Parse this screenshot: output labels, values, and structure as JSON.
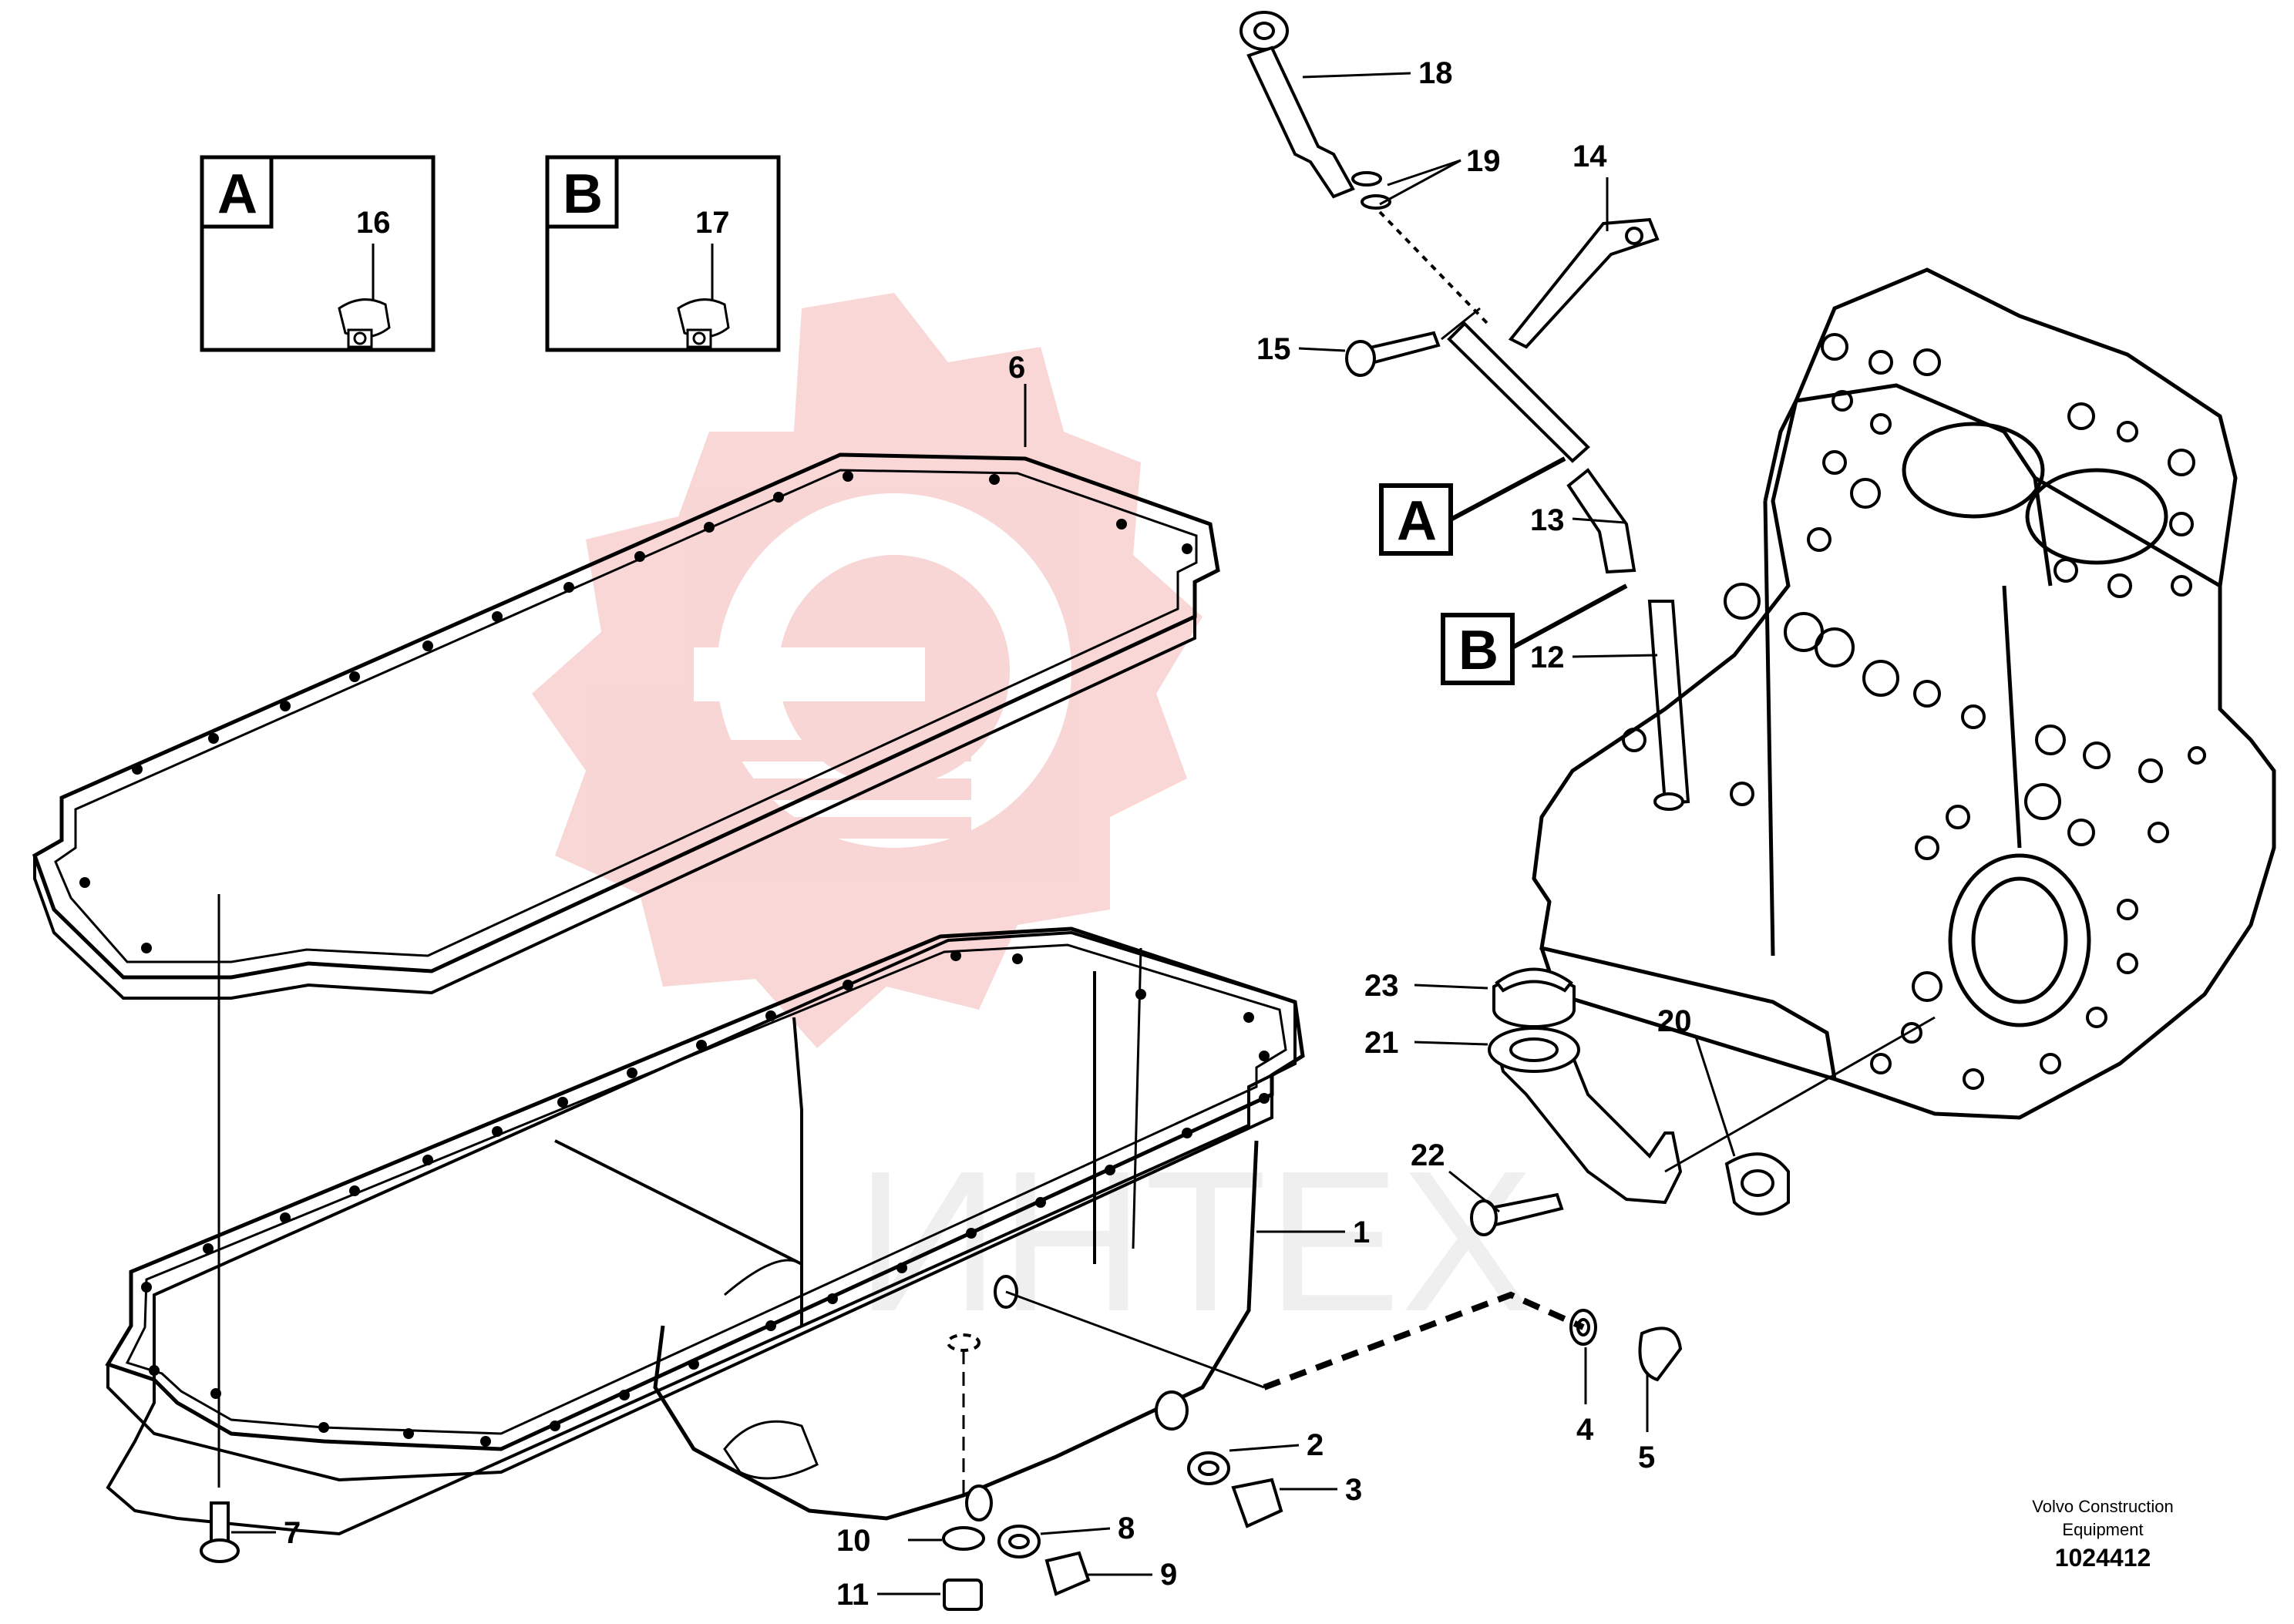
{
  "detail_boxes": [
    {
      "letter": "A",
      "part": "16"
    },
    {
      "letter": "B",
      "part": "17"
    }
  ],
  "pointer_letters": [
    "A",
    "B"
  ],
  "callouts": [
    "1",
    "2",
    "3",
    "4",
    "5",
    "6",
    "7",
    "8",
    "9",
    "10",
    "11",
    "12",
    "13",
    "14",
    "15",
    "18",
    "19",
    "20",
    "21",
    "22",
    "23"
  ],
  "watermark": {
    "text": "ИНТЕХ",
    "color": "#f2a6a6"
  },
  "caption": {
    "line1": "Volvo Construction",
    "line2": "Equipment",
    "number": "1024412"
  },
  "colors": {
    "line": "#000000",
    "background": "#ffffff"
  }
}
